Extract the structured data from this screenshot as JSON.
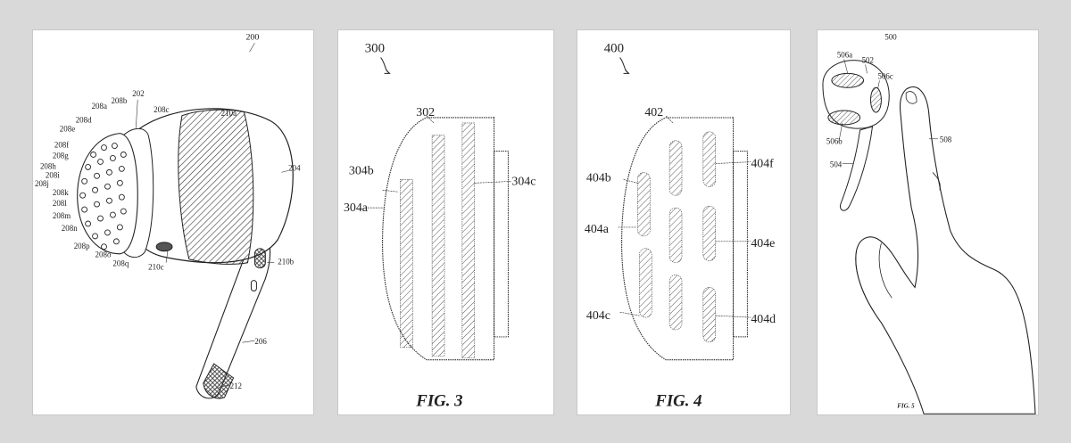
{
  "fig2": {
    "ref": "200",
    "labels": {
      "l202": "202",
      "l204": "204",
      "l206": "206",
      "l212": "212",
      "l210a": "210a",
      "l210b": "210b",
      "l210c": "210c",
      "l208a": "208a",
      "l208b": "208b",
      "l208c": "208c",
      "l208d": "208d",
      "l208e": "208e",
      "l208f": "208f",
      "l208g": "208g",
      "l208h": "208h",
      "l208i": "208i",
      "l208j": "208j",
      "l208k": "208k",
      "l208l": "208l",
      "l208m": "208m",
      "l208n": "208n",
      "l208o": "208o",
      "l208p": "208p",
      "l208q": "208q"
    }
  },
  "fig3": {
    "ref": "300",
    "caption": "FIG. 3",
    "labels": {
      "l302": "302",
      "l304a": "304a",
      "l304b": "304b",
      "l304c": "304c"
    }
  },
  "fig4": {
    "ref": "400",
    "caption": "FIG. 4",
    "labels": {
      "l402": "402",
      "l404a": "404a",
      "l404b": "404b",
      "l404c": "404c",
      "l404d": "404d",
      "l404e": "404e",
      "l404f": "404f"
    }
  },
  "fig5": {
    "ref": "500",
    "caption": "FIG. 5",
    "labels": {
      "l502": "502",
      "l504": "504",
      "l506a": "506a",
      "l506b": "506b",
      "l506c": "506c",
      "l508": "508"
    }
  }
}
